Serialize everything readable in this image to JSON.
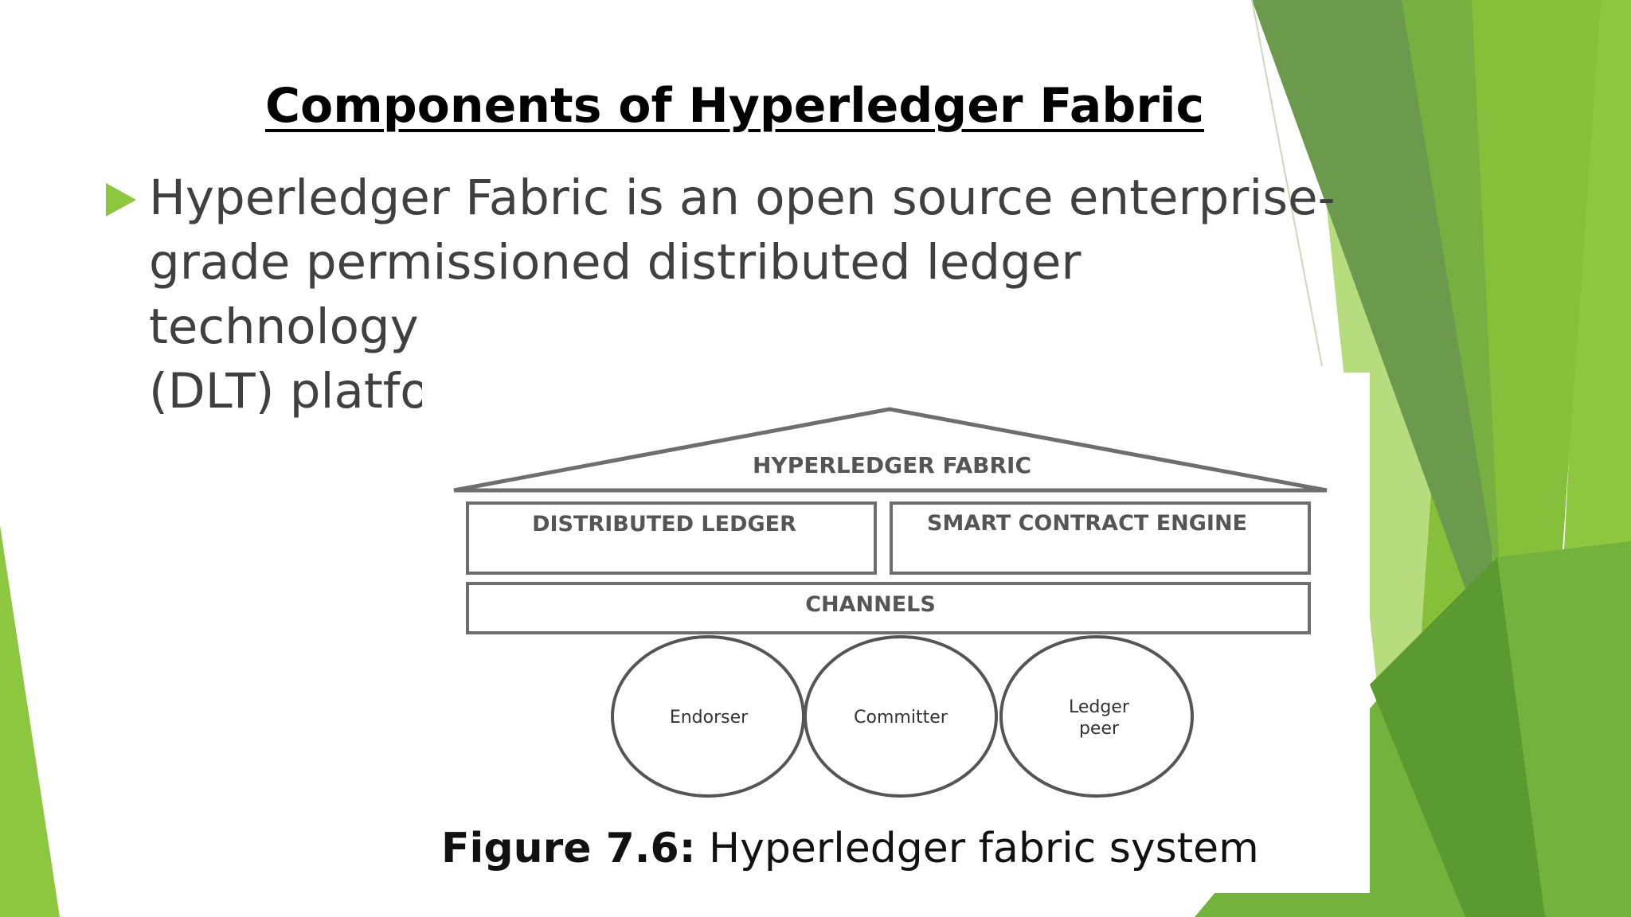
{
  "slide": {
    "title": "Components of Hyperledger Fabric",
    "bullet": "Hyperledger Fabric is an open source enterprise-grade permissioned distributed ledger technology (DLT) platform,",
    "bullet_lines": [
      "Hyperledger Fabric is an open source enterprise-",
      "grade permissioned distributed ledger technology",
      "(DLT) platform,"
    ]
  },
  "figure": {
    "roof_label": "HYPERLEDGER FABRIC",
    "box_left": "DISTRIBUTED LEDGER",
    "box_right": "SMART CONTRACT ENGINE",
    "channels": "CHANNELS",
    "circles": [
      {
        "line1": "Endorser",
        "line2": ""
      },
      {
        "line1": "Committer",
        "line2": ""
      },
      {
        "line1": "Ledger",
        "line2": "peer"
      }
    ],
    "caption_prefix": "Figure 7.6:",
    "caption_text": " Hyperledger fabric system"
  },
  "colors": {
    "accent": "#8dc63f",
    "dark_green": "#6b9a4c",
    "mid_green": "#76b041",
    "light_green": "#b6dc7e",
    "text_gray": "#404040"
  }
}
